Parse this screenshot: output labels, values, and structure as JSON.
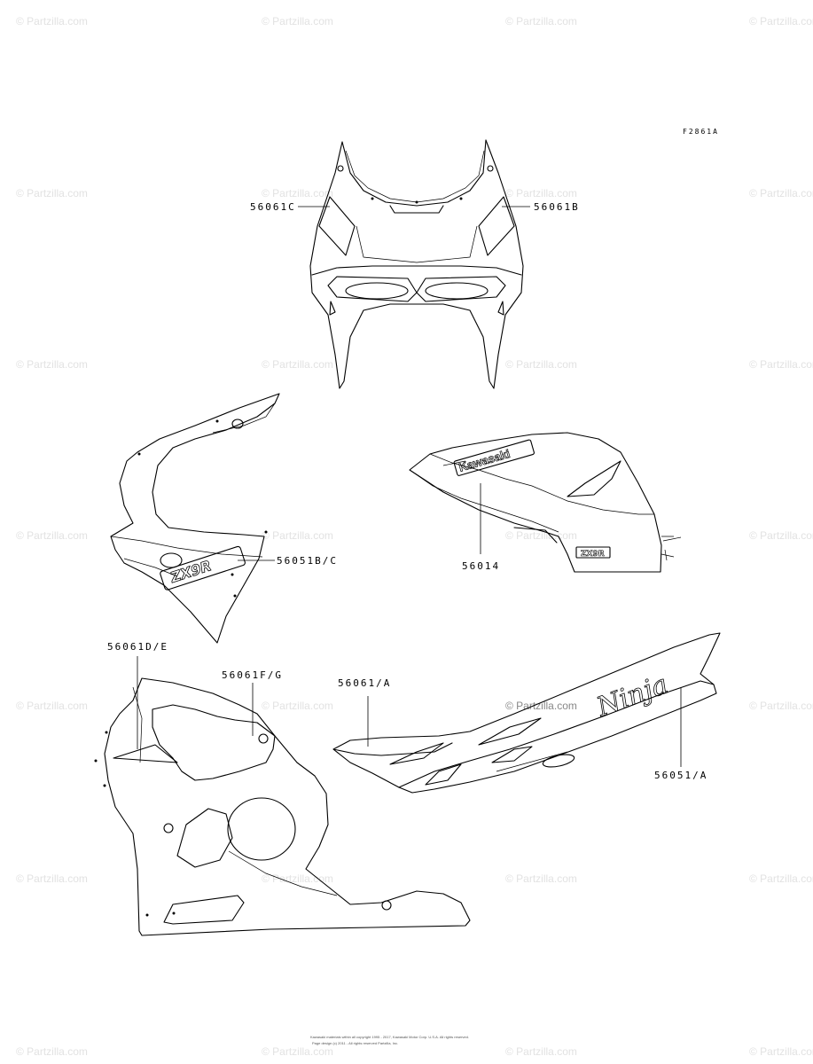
{
  "figure_id": "F2861A",
  "watermark": "© Partzilla.com",
  "footer": {
    "line1": "Kawasaki materials within all copyright 1995 - 2017, Kawasaki Motor Corp. U.S.A. All rights reserved.",
    "line2": "Page design (c) 2011 - All rights reserved Partzilla, Inc."
  },
  "callouts": [
    {
      "id": "56061C",
      "text": "56061C"
    },
    {
      "id": "56061B",
      "text": "56061B"
    },
    {
      "id": "56051BC",
      "text": "56051B/C"
    },
    {
      "id": "56014",
      "text": "56014"
    },
    {
      "id": "56061DE",
      "text": "56061D/E"
    },
    {
      "id": "56061FG",
      "text": "56061F/G"
    },
    {
      "id": "56061A",
      "text": "56061/A"
    },
    {
      "id": "56051A",
      "text": "56051/A"
    }
  ],
  "decal_text": {
    "tank_brand": "Kawasaki",
    "tank_model": "ZX9R",
    "tail_logo": "Ninja",
    "fairing_model": "ZX9R"
  },
  "parts": [
    {
      "name": "upper-fairing",
      "icon": "upper-fairing-icon"
    },
    {
      "name": "side-fairing",
      "icon": "side-fairing-icon"
    },
    {
      "name": "fuel-tank",
      "icon": "fuel-tank-icon"
    },
    {
      "name": "lower-fairing",
      "icon": "lower-fairing-icon"
    },
    {
      "name": "seat-cowl",
      "icon": "seat-cowl-icon"
    }
  ]
}
